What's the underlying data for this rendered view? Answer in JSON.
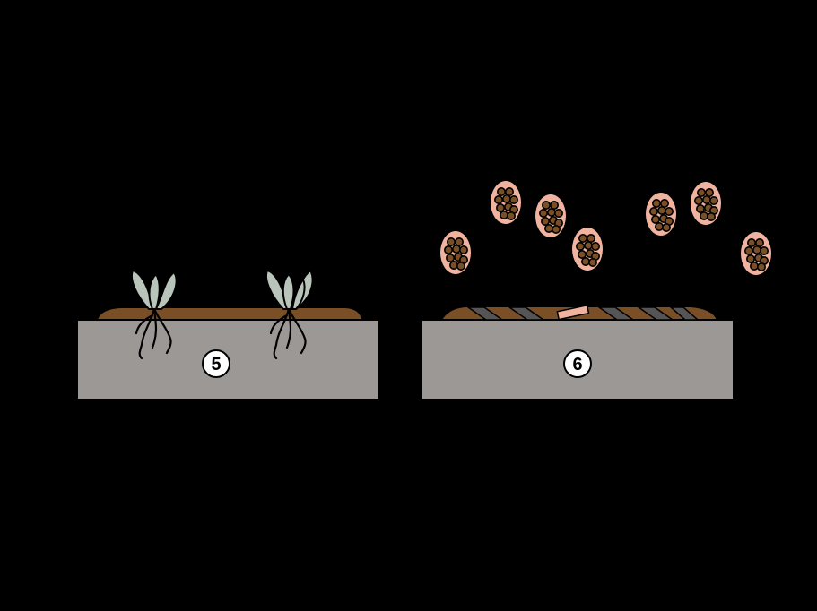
{
  "colors": {
    "background": "#000000",
    "ground": "#9c9896",
    "soil": "#7a4f26",
    "leaf": "#b9c4bb",
    "spore_glow": "#f0b3a0",
    "spore_body": "#7a4f26",
    "stripe": "#555555",
    "fragment": "#f0b3a0",
    "badge": "#ffffff"
  },
  "panels": [
    {
      "id": "panel-5",
      "step": "5",
      "icon": "sprouting-seedlings-icon"
    },
    {
      "id": "panel-6",
      "step": "6",
      "icon": "dispersing-spores-icon"
    }
  ]
}
